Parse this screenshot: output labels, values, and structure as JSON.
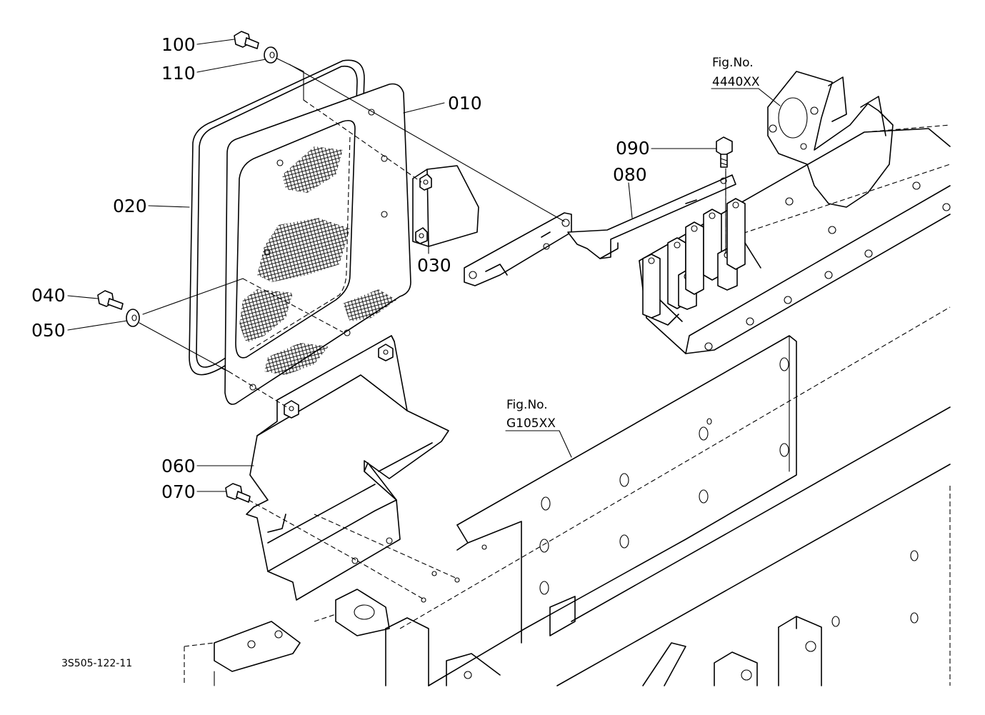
{
  "diagram": {
    "part_labels": {
      "p100": "100",
      "p110": "110",
      "p010": "010",
      "p020": "020",
      "p030": "030",
      "p040": "040",
      "p050": "050",
      "p060": "060",
      "p070": "070",
      "p080": "080",
      "p090": "090"
    },
    "fig_refs": [
      {
        "line1": "Fig.No.",
        "line2": "4440XX"
      },
      {
        "line1": "Fig.No.",
        "line2": "G105XX"
      }
    ],
    "drawing_code": "3S505-122-11"
  }
}
